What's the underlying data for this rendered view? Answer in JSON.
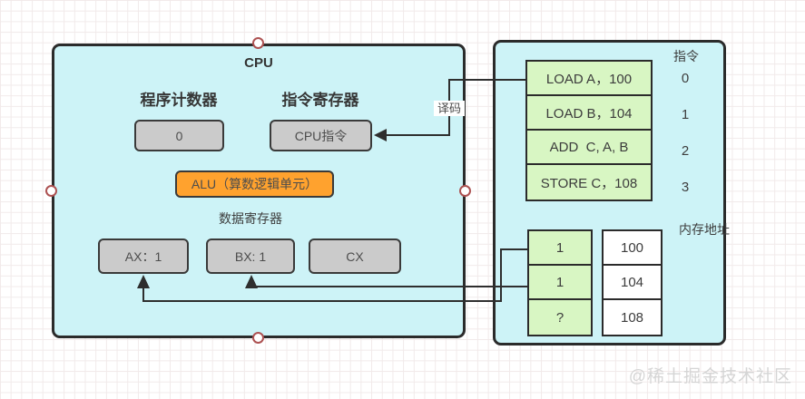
{
  "watermark": "@稀土掘金技术社区",
  "decode_label": "译码",
  "colors": {
    "panel_fill": "#cdf3f7",
    "panel_border": "#2b2b2b",
    "instruction_cell_fill": "#d8f6c3",
    "register_fill": "#cbcbcb",
    "alu_fill": "#ffa22e",
    "memory_address_fill": "#ffffff",
    "selection_handle_outline": "#ad5252",
    "grid_line": "#f1eaea",
    "connector_stroke": "#2e2e2e"
  },
  "cpu_panel": {
    "title": "CPU",
    "program_counter": {
      "heading": "程序计数器",
      "value": "0"
    },
    "instruction_register": {
      "heading": "指令寄存器",
      "value": "CPU指令"
    },
    "alu_label": "ALU（算数逻辑单元）",
    "data_registers_heading": "数据寄存器",
    "registers": [
      {
        "text": "AX：1"
      },
      {
        "text": "BX: 1"
      },
      {
        "text": "CX"
      }
    ]
  },
  "memory_panel": {
    "instructions_heading": "指令",
    "instruction_rows": [
      {
        "text": "LOAD A，100",
        "index": "0"
      },
      {
        "text": "LOAD B，104",
        "index": "1"
      },
      {
        "text": "ADD  C, A, B",
        "index": "2"
      },
      {
        "text": "STORE C，108",
        "index": "3"
      }
    ],
    "memory_address_heading": "内存地址",
    "memory_rows": [
      {
        "value": "1",
        "address": "100"
      },
      {
        "value": "1",
        "address": "104"
      },
      {
        "value": "?",
        "address": "108"
      }
    ]
  }
}
